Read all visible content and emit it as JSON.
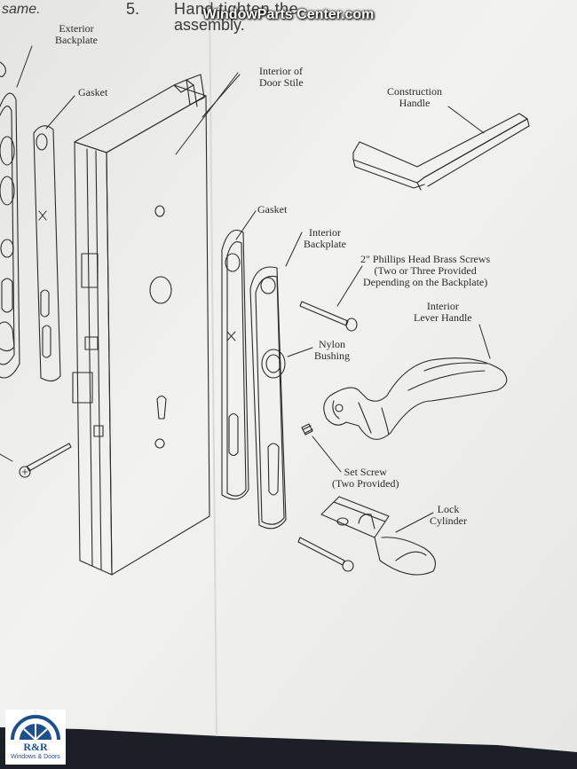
{
  "header": {
    "step_number": "5.",
    "step_text": "Hand tighten the",
    "step_text_line2": "assembly.",
    "top_left_fragment": "same."
  },
  "watermark": "WindowParts Center.com",
  "labels": {
    "exterior_backplate": [
      "Exterior",
      "Backplate"
    ],
    "gasket_left": "Gasket",
    "interior_door_stile": [
      "Interior of",
      "Door Stile"
    ],
    "construction_handle": [
      "Construction",
      "Handle"
    ],
    "gasket_right": "Gasket",
    "interior_backplate": [
      "Interior",
      "Backplate"
    ],
    "brass_screws": [
      "2\" Phillips Head Brass Screws",
      "(Two or Three Provided",
      "Depending on the Backplate)"
    ],
    "interior_lever_handle": [
      "Interior",
      "Lever Handle"
    ],
    "nylon_bushing": [
      "Nylon",
      "Bushing"
    ],
    "set_screw": [
      "Set Screw",
      "(Two Provided)"
    ],
    "lock_cylinder": [
      "Lock",
      "Cylinder"
    ]
  },
  "logo": {
    "text": "R&R",
    "subtext": "Windows & Doors",
    "color": "#1f4e8c"
  },
  "colors": {
    "paper": "#efefed",
    "ink": "#2a2a2a",
    "fabric": "#1c1f26"
  }
}
